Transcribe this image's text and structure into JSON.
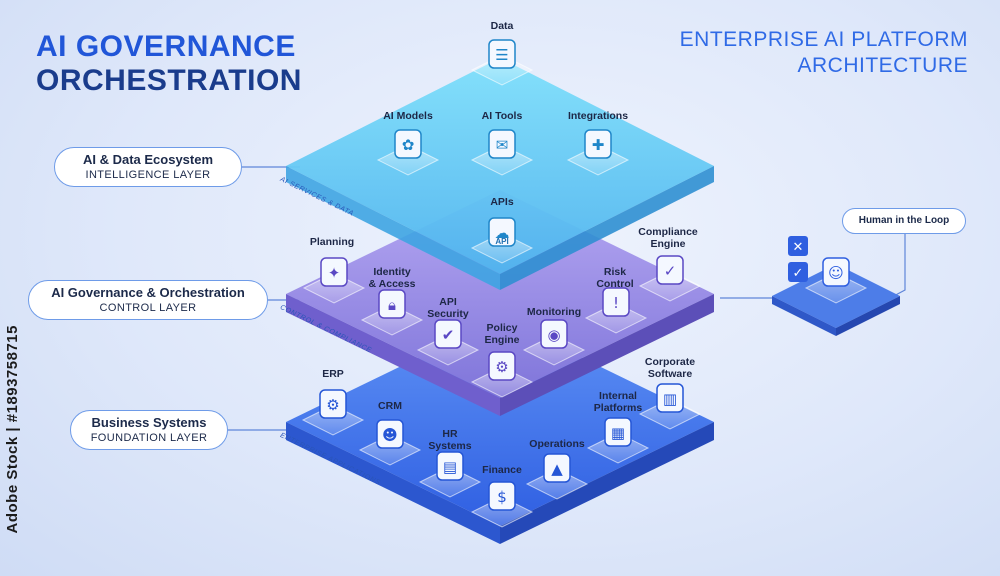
{
  "header": {
    "title_line1": "AI GOVERNANCE",
    "title_line2": "ORCHESTRATION",
    "subtitle_line1": "ENTERPRISE AI PLATFORM",
    "subtitle_line2": "ARCHITECTURE"
  },
  "layers": [
    {
      "name": "AI & Data Ecosystem",
      "sublabel": "INTELLIGENCE LAYER",
      "edge_label": "AI SERVICES & DATA"
    },
    {
      "name": "AI Governance & Orchestration",
      "sublabel": "CONTROL LAYER",
      "edge_label": "CONTROL & COMPLIANCE"
    },
    {
      "name": "Business Systems",
      "sublabel": "FOUNDATION LAYER",
      "edge_label": "ENTERPRISE APPLICATIONS"
    }
  ],
  "nodes": {
    "data": "Data",
    "ai_models": "AI Models",
    "ai_tools": "AI Tools",
    "integrations": "Integrations",
    "apis": "APIs",
    "planning": "Planning",
    "identity_access": "Identity\n& Access",
    "api_security": "API\nSecurity",
    "policy_engine": "Policy\nEngine",
    "monitoring": "Monitoring",
    "risk_control": "Risk\nControl",
    "compliance_engine": "Compliance\nEngine",
    "erp": "ERP",
    "crm": "CRM",
    "hr_systems": "HR\nSystems",
    "finance": "Finance",
    "operations": "Operations",
    "internal_platforms": "Internal\nPlatforms",
    "corporate_software": "Corporate\nSoftware",
    "api_badge": "API"
  },
  "human_in_loop": "Human in the Loop",
  "stock_id": "Adobe Stock | #1893758715",
  "colors": {
    "top_layer": "#5cc8f2",
    "middle_layer": "#8c7fe0",
    "bottom_layer": "#3f6ee8",
    "accent": "#2156d8"
  }
}
